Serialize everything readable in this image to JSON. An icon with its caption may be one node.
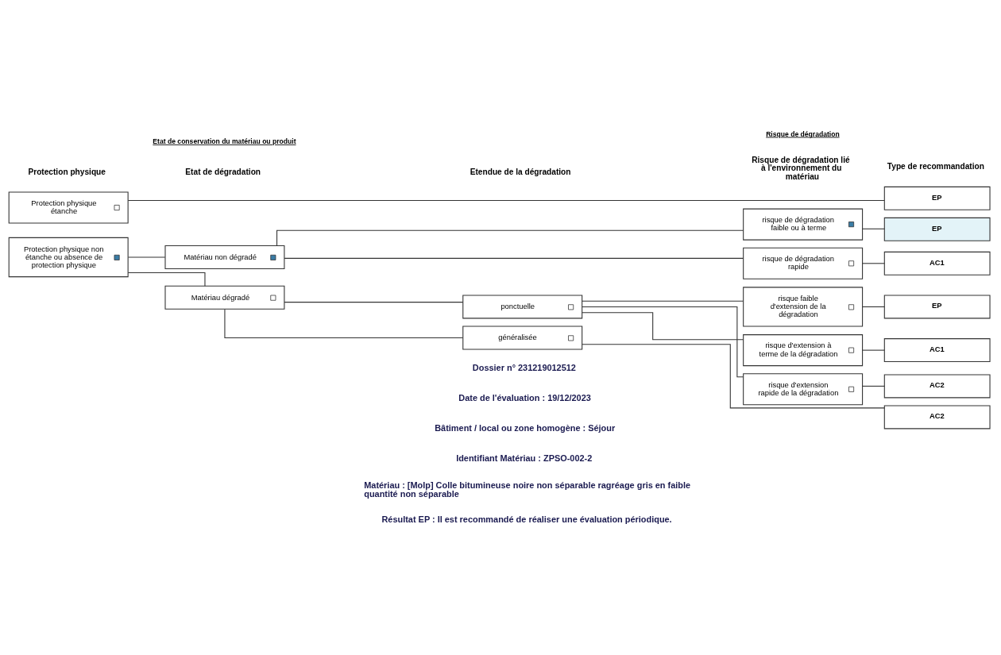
{
  "diagram": {
    "nodes": [
      {
        "text": [
          "Protection physique étanche"
        ]
      },
      {
        "text": [
          "Protection physique non étanche ou absence de protection physique"
        ]
      },
      {
        "text": [
          "Matériau non dégradé"
        ]
      },
      {
        "text": [
          "Matériau dégradé"
        ]
      },
      {
        "text": [
          "ponctuelle"
        ]
      },
      {
        "text": [
          "généralisée"
        ]
      },
      {
        "text": [
          "risque de dégradation faible ou à terme"
        ]
      },
      {
        "text": [
          "risque de dégradation rapide"
        ]
      },
      {
        "text": [
          "risque faible d'extension de la dégradation"
        ]
      },
      {
        "text": [
          "risque d'extension à terme de la dégradation"
        ]
      },
      {
        "text": [
          "risque d'extension rapide de la dégradation"
        ]
      },
      {
        "text": [
          "EP"
        ]
      },
      {
        "text": [
          "EP"
        ]
      },
      {
        "text": [
          "AC1"
        ]
      },
      {
        "text": [
          "EP"
        ]
      },
      {
        "text": [
          "AC1"
        ]
      },
      {
        "text": [
          "AC2"
        ]
      },
      {
        "text": [
          "AC2"
        ]
      }
    ],
    "edges": [
      {
        "from": 0,
        "to": 11,
        "arrow": "none"
      },
      {
        "from": 1,
        "to": 2,
        "arrow": "none"
      },
      {
        "from": 1,
        "to": 3,
        "arrow": "none"
      },
      {
        "from": 2,
        "to": 6,
        "arrow": "none"
      },
      {
        "from": 2,
        "to": 7,
        "arrow": "none"
      },
      {
        "from": 6,
        "to": 12,
        "arrow": "none"
      },
      {
        "from": 7,
        "to": 13,
        "arrow": "none"
      },
      {
        "from": 3,
        "to": 4,
        "arrow": "none"
      },
      {
        "from": 3,
        "to": 5,
        "arrow": "none"
      },
      {
        "from": 4,
        "to": 8,
        "arrow": "none"
      },
      {
        "from": 4,
        "to": 9,
        "arrow": "none"
      },
      {
        "from": 4,
        "to": 10,
        "arrow": "none"
      },
      {
        "from": 8,
        "to": 14,
        "arrow": "none"
      },
      {
        "from": 9,
        "to": 15,
        "arrow": "none"
      },
      {
        "from": 10,
        "to": 16,
        "arrow": "none"
      },
      {
        "from": 5,
        "to": 17,
        "arrow": "none"
      }
    ],
    "labels": [
      "Etat de conservation du matériau ou produit",
      "Risque de dégradation",
      "Protection physique",
      "Etat de dégradation",
      "Etendue de la dégradation",
      "Risque de dégradation lié à l'environnement du matériau",
      "Type de recommandation",
      "Dossier n° 231219012512",
      "Date de l'évaluation : 19/12/2023",
      "Bâtiment / local ou zone homogène : Séjour",
      "Identifiant Matériau : ZPSO-002-2",
      "Matériau : [Molp] Colle bitumineuse noire non séparable ragréage gris en faible quantité non séparable",
      "Résultat EP : Il est recommandé de réaliser une évaluation périodique."
    ]
  }
}
